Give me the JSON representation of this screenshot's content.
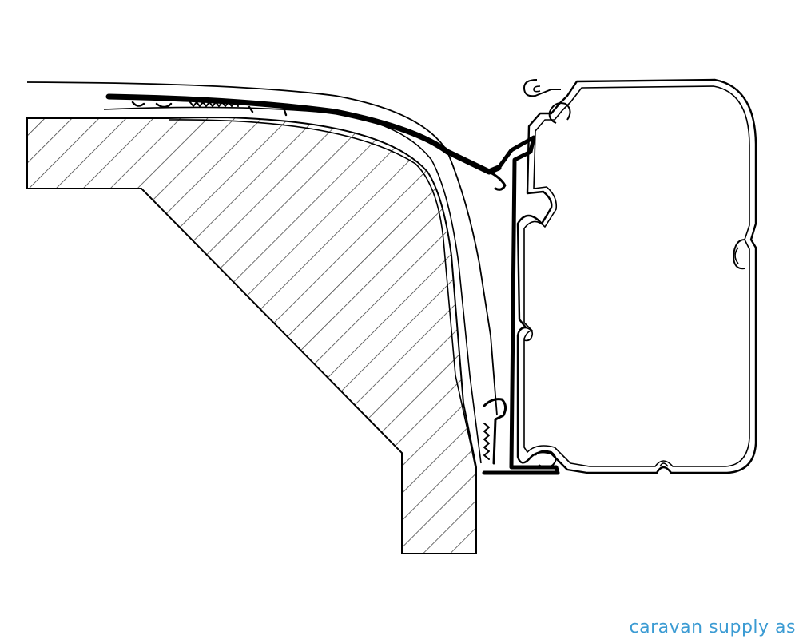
{
  "diagram": {
    "subject": "awning-rail-adapter-cross-section",
    "parts": [
      {
        "id": "vehicle-roof-wall",
        "fill": "hatched"
      },
      {
        "id": "roof-skin"
      },
      {
        "id": "adapter-bracket"
      },
      {
        "id": "awning-cassette"
      }
    ]
  },
  "watermark": {
    "text": "caravan supply as",
    "color": "#3b9bd3"
  },
  "colors": {
    "line": "#000000",
    "hatch": "#444444",
    "background": "#ffffff"
  }
}
